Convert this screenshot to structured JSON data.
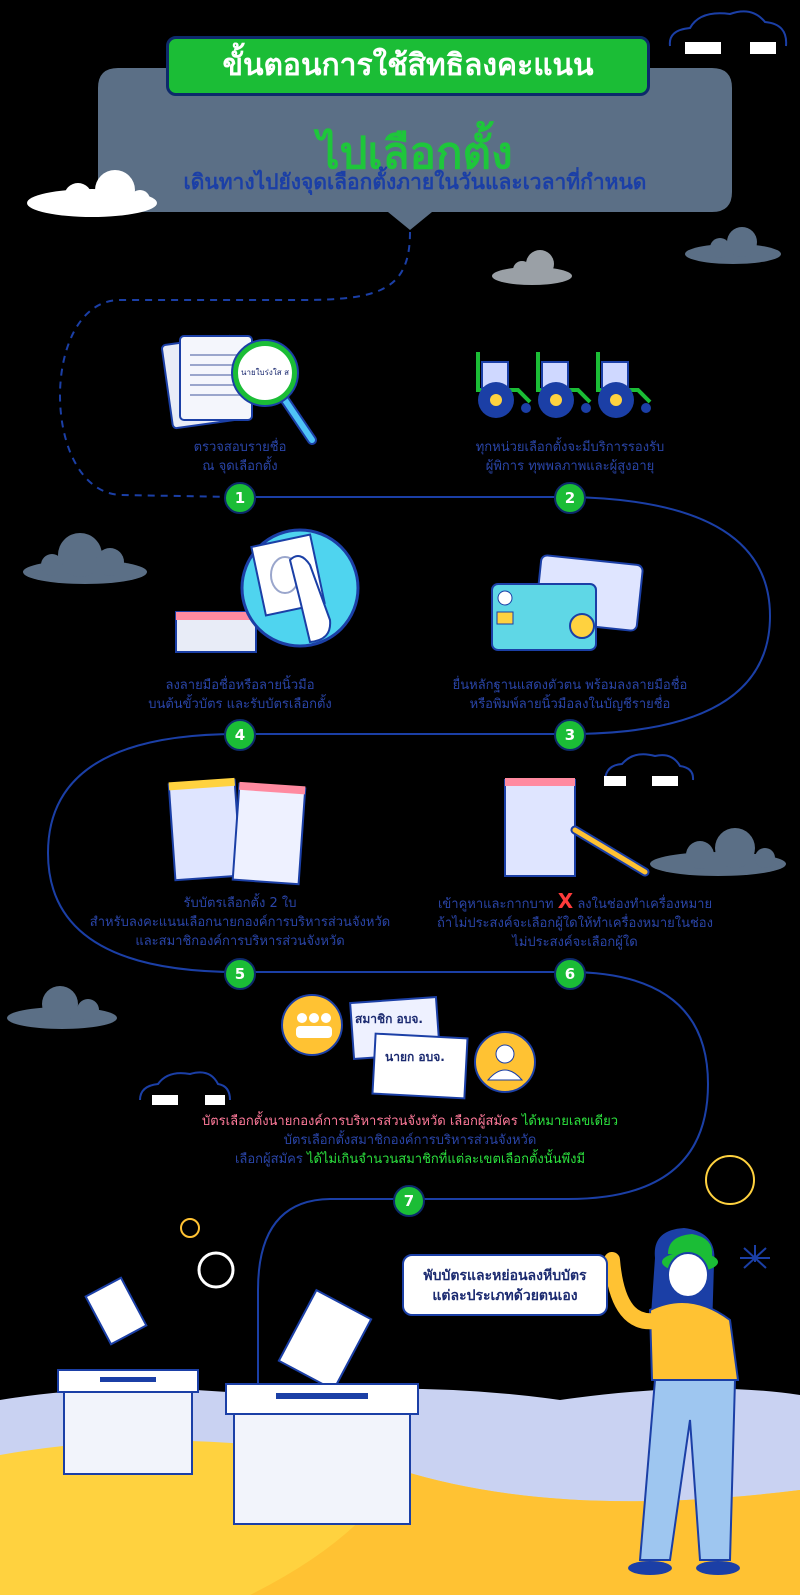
{
  "header": {
    "title": "ขั้นตอนการใช้สิทธิลงคะแนน",
    "subtitle": "ไปเลือกตั้ง",
    "description": "เดินทางไปยังจุดเลือกตั้งภายในวันและเวลาที่กำหนด"
  },
  "steps": [
    {
      "number": "1",
      "lines": [
        "ตรวจสอบรายชื่อ",
        "ณ จุดเลือกตั้ง"
      ]
    },
    {
      "number": "2",
      "lines": [
        "ทุกหน่วยเลือกตั้งจะมีบริการรองรับ",
        "ผู้พิการ ทุพพลภาพและผู้สูงอายุ"
      ]
    },
    {
      "number": "3",
      "lines": [
        "ยื่นหลักฐานแสดงตัวตน พร้อมลงลายมือชื่อ",
        "หรือพิมพ์ลายนิ้วมือลงในบัญชีรายชื่อ"
      ]
    },
    {
      "number": "4",
      "lines": [
        "ลงลายมือชื่อหรือลายนิ้วมือ",
        "บนต้นขั้วบัตร และรับบัตรเลือกตั้ง"
      ]
    },
    {
      "number": "5",
      "lines": [
        "รับบัตรเลือกตั้ง 2 ใบ",
        "สำหรับลงคะแนนเลือกนายกองค์การบริหารส่วนจังหวัด",
        "และสมาชิกองค์การบริหารส่วนจังหวัด"
      ]
    },
    {
      "number": "6",
      "line1_before": "เข้าคูหาและกากบาท",
      "mark": "X",
      "line1_after": "ลงในช่องทำเครื่องหมาย",
      "lines": [
        "ถ้าไม่ประสงค์จะเลือกผู้ใดให้ทำเครื่องหมายในช่อง",
        "ไม่ประสงค์จะเลือกผู้ใด"
      ]
    },
    {
      "number": "7",
      "line1_a": "บัตรเลือกตั้งนายกองค์การบริหารส่วนจังหวัด เลือกผู้สมัคร",
      "line1_b": "ได้หมายเลขเดียว",
      "line2": "บัตรเลือกตั้งสมาชิกองค์การบริหารส่วนจังหวัด",
      "line3_a": "เลือกผู้สมัคร",
      "line3_b": "ได้ไม่เกินจำนวนสมาชิกที่แต่ละเขตเลือกตั้งนั้นพึงมี"
    }
  ],
  "illustrations": {
    "magnifier_text": "นายใบร่งใส ส",
    "card_member": "สมาชิก อบจ.",
    "card_mayor": "นายก อบจ."
  },
  "speech_bubble": [
    "พับบัตรและหย่อนลงหีบบัตร",
    "แต่ละประเภทด้วยตนเอง"
  ],
  "colors": {
    "background": "#000000",
    "accent_green": "#1bbd36",
    "path_blue": "#1b3fa6",
    "header_panel": "#5b6f86",
    "red_mark": "#ff3b3b",
    "pink_text": "#ff7a9a",
    "lime_text": "#2ce23e"
  }
}
